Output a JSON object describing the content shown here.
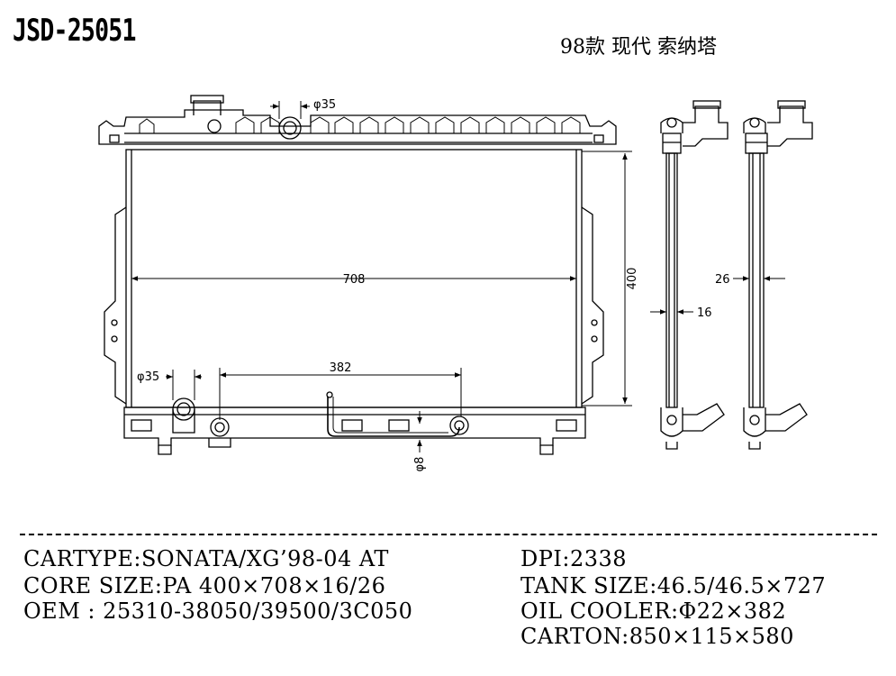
{
  "header": {
    "part_number": "JSD-25051",
    "model_cn": "98款 现代 索纳塔"
  },
  "dimensions": {
    "width": "708",
    "height": "400",
    "oil_cooler_spacing": "382",
    "inlet_diameter": "φ35",
    "outlet_diameter": "φ35",
    "fitting_diameter": "φ8",
    "core_thickness_a": "16",
    "core_thickness_b": "26"
  },
  "specs": {
    "cartype": "CARTYPE:SONATA/XG’98-04 AT",
    "core_size": "CORE SIZE:PA 400×708×16/26",
    "oem": "OEM : 25310-38050/39500/3C050",
    "dpi": "DPI:2338",
    "tank_size": "TANK SIZE:46.5/46.5×727",
    "oil_cooler": "OIL COOLER:Φ22×382",
    "carton": "CARTON:850×115×580"
  }
}
